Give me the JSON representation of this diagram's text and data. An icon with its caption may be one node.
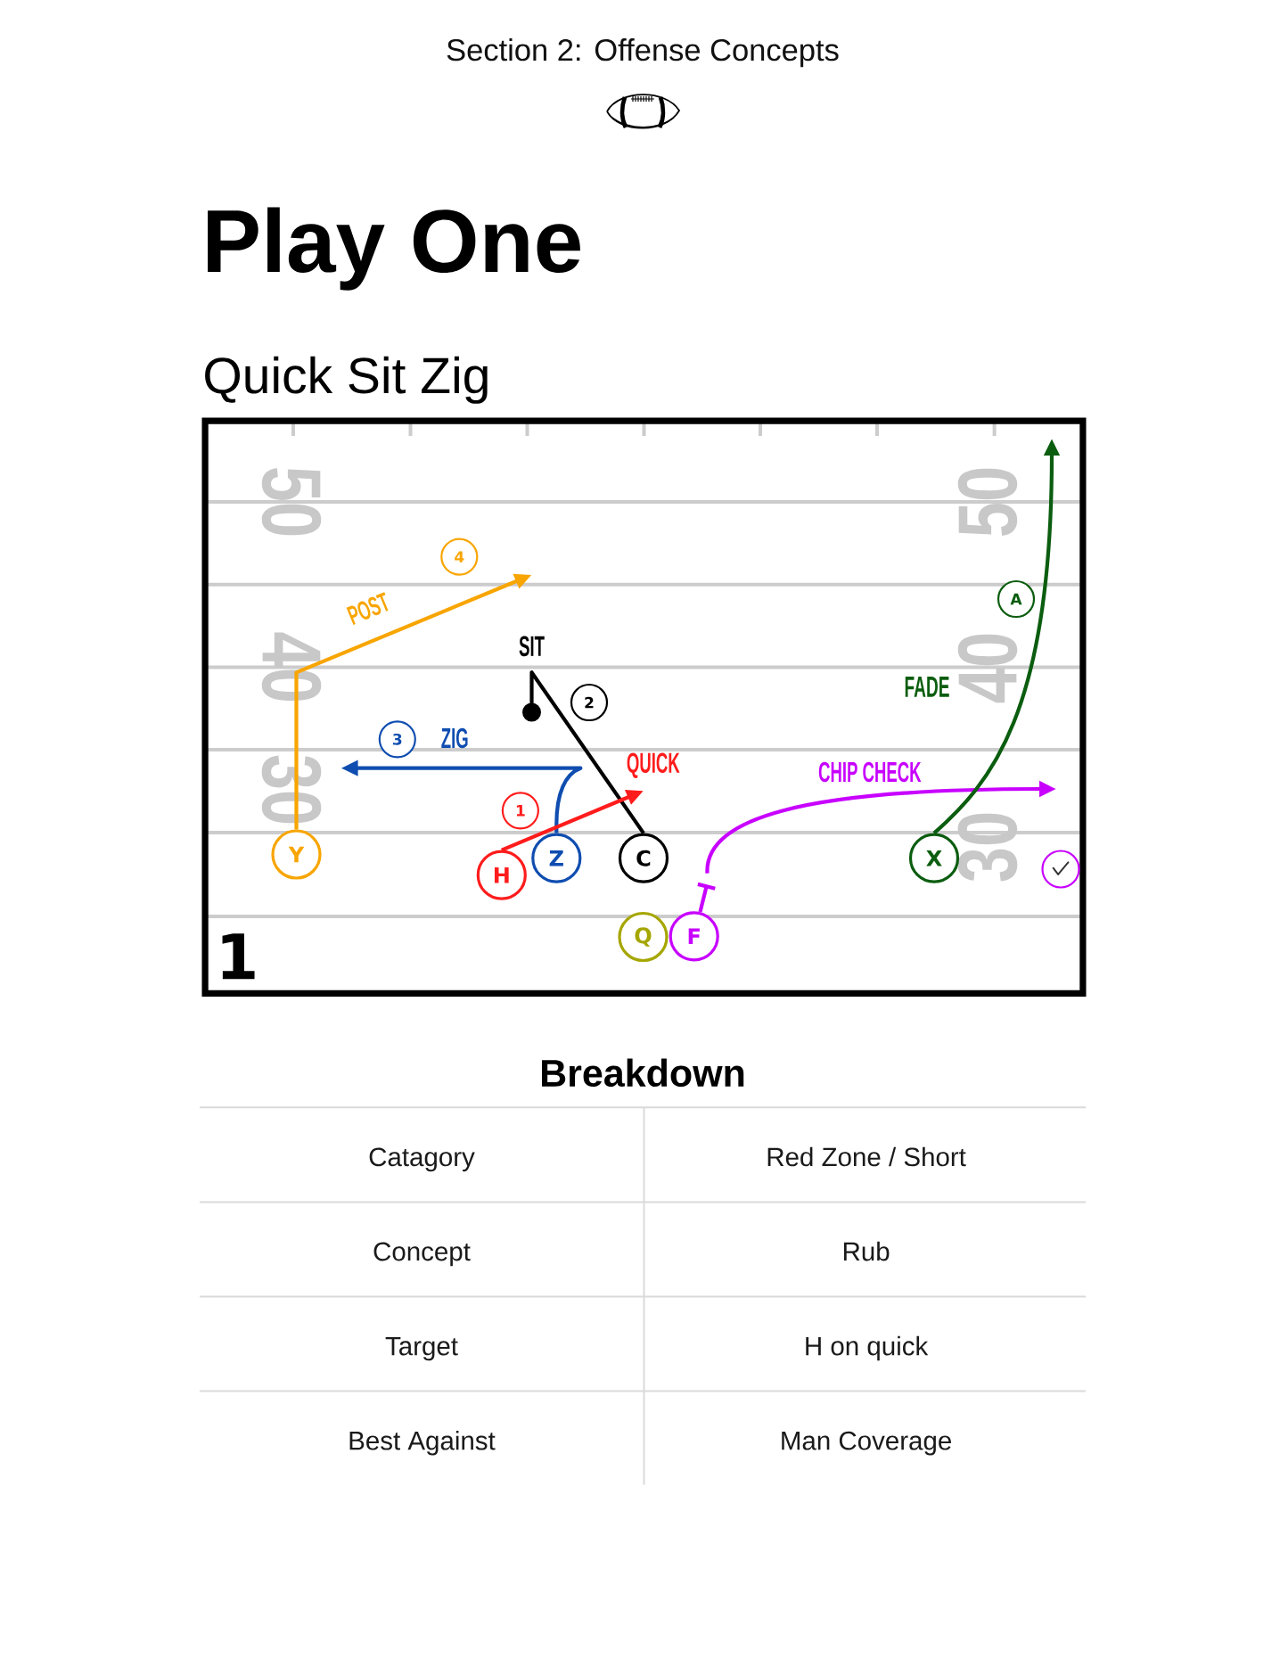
{
  "diagram": {
    "title": "Play One",
    "nodes": [
      {
        "text": [
          "4"
        ]
      },
      {
        "text": [
          "A"
        ]
      },
      {
        "text": [
          "2"
        ]
      },
      {
        "text": [
          "3"
        ]
      },
      {
        "text": [
          "1"
        ]
      },
      {
        "text": [],
        "shape": "circle"
      },
      {
        "text": [
          "Y"
        ]
      },
      {
        "text": [
          "Z"
        ]
      },
      {
        "text": [
          "C"
        ]
      },
      {
        "text": [
          "X"
        ]
      },
      {
        "text": [
          "H"
        ]
      },
      {
        "text": [
          "Q"
        ]
      },
      {
        "text": [
          "F"
        ]
      }
    ],
    "edges": [
      {
        "from": 6,
        "to": null,
        "arrow": "to",
        "label": "POST",
        "color": "#f8a500"
      },
      {
        "from": 8,
        "to": null,
        "arrow": "other",
        "label": "SIT",
        "color": "#000000"
      },
      {
        "from": 7,
        "to": null,
        "arrow": "to",
        "label": "ZIG",
        "color": "#0f4db0"
      },
      {
        "from": 10,
        "to": null,
        "arrow": "to",
        "label": "QUICK",
        "color": "#ff1c1c"
      },
      {
        "from": 12,
        "to": null,
        "arrow": "to",
        "label": "CHIP CHECK",
        "color": "#c800ff"
      },
      {
        "from": 9,
        "to": null,
        "arrow": "to",
        "label": "FADE",
        "color": "#0b5d0f"
      }
    ],
    "labels": [
      "Section 2: Offense Concepts",
      "Quick Sit Zig",
      "50",
      "50",
      "40",
      "40",
      "30",
      "30",
      "1",
      "Breakdown",
      "Catagory",
      "Red Zone / Short",
      "Concept",
      "Rub",
      "Target",
      "H on quick",
      "Best Against",
      "Man Coverage"
    ]
  }
}
